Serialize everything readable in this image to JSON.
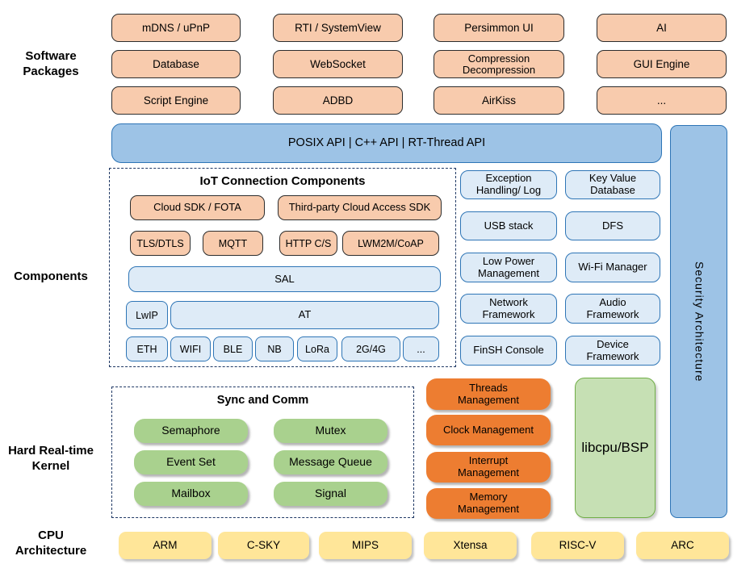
{
  "side_labels": {
    "software": "Software\nPackages",
    "components": "Components",
    "kernel": "Hard Real-time\nKernel",
    "cpu": "CPU\nArchitecture"
  },
  "software_packages": [
    "mDNS / uPnP",
    "RTI / SystemView",
    "Persimmon UI",
    "AI",
    "Database",
    "WebSocket",
    "Compression\nDecompression",
    "GUI Engine",
    "Script Engine",
    "ADBD",
    "AirKiss",
    "..."
  ],
  "api_bar": "POSIX API  |  C++ API  |  RT-Thread API",
  "security_bar": "Security Architecture",
  "iot": {
    "title": "IoT Connection Components",
    "cloud_sdk": "Cloud SDK / FOTA",
    "third_party": "Third-party Cloud Access SDK",
    "protocols": [
      "TLS/DTLS",
      "MQTT",
      "HTTP C/S",
      "LWM2M/CoAP"
    ],
    "sal": "SAL",
    "lwip": "LwIP",
    "at": "AT",
    "links": [
      "ETH",
      "WIFI",
      "BLE",
      "NB",
      "LoRa",
      "2G/4G",
      "..."
    ]
  },
  "services": [
    "Exception\nHandling/ Log",
    "Key Value\nDatabase",
    "USB stack",
    "DFS",
    "Low Power\nManagement",
    "Wi-Fi Manager",
    "Network\nFramework",
    "Audio\nFramework",
    "FinSH Console",
    "Device\nFramework"
  ],
  "kernel": {
    "sync_title": "Sync and Comm",
    "sync": [
      "Semaphore",
      "Mutex",
      "Event Set",
      "Message Queue",
      "Mailbox",
      "Signal"
    ],
    "management": [
      "Threads\nManagement",
      "Clock Management",
      "Interrupt\nManagement",
      "Memory\nManagement"
    ],
    "libcpu": "libcpu/BSP"
  },
  "cpu_architectures": [
    "ARM",
    "C-SKY",
    "MIPS",
    "Xtensa",
    "RISC-V",
    "ARC"
  ],
  "colors": {
    "package_fill": "#F8CBAD",
    "api_fill": "#9DC3E6",
    "api_border": "#2E75B6",
    "component_fill": "#DEEBF7",
    "sync_fill": "#A9D18E",
    "management_fill": "#ED7D31",
    "libcpu_fill": "#C6E0B4",
    "cpu_fill": "#FFE699",
    "dash_border": "#1F3864"
  }
}
